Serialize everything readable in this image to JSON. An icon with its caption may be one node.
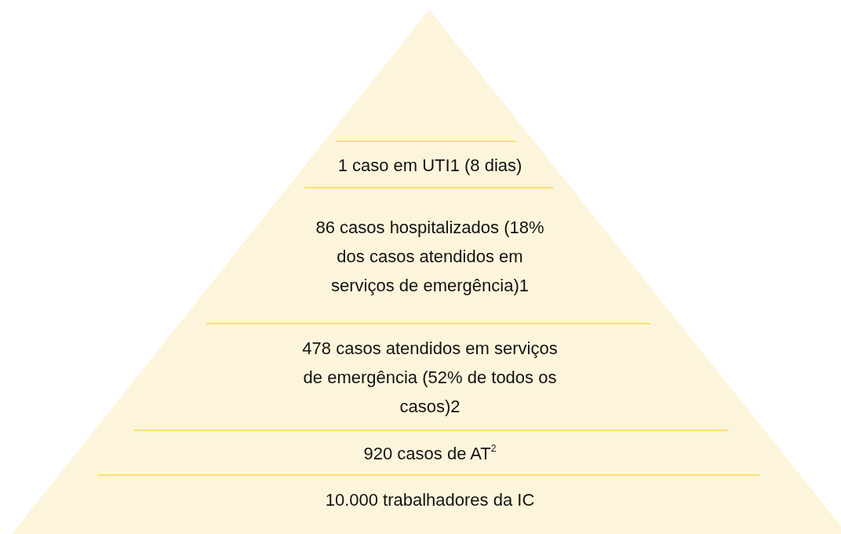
{
  "diagram": {
    "nodes": [
      {
        "text": [
          "1 caso em UTI1 (8 dias)"
        ]
      },
      {
        "text": [
          "86 casos hospitalizados (18% dos casos atendidos em serviços de emergência)1"
        ]
      },
      {
        "text": [
          "478 casos atendidos em serviços de emergência (52% de todos os casos)2"
        ]
      },
      {
        "text": [
          "920 casos de AT$^{2}$"
        ]
      },
      {
        "text": [
          "10.000 trabalhadores da IC"
        ]
      }
    ]
  }
}
